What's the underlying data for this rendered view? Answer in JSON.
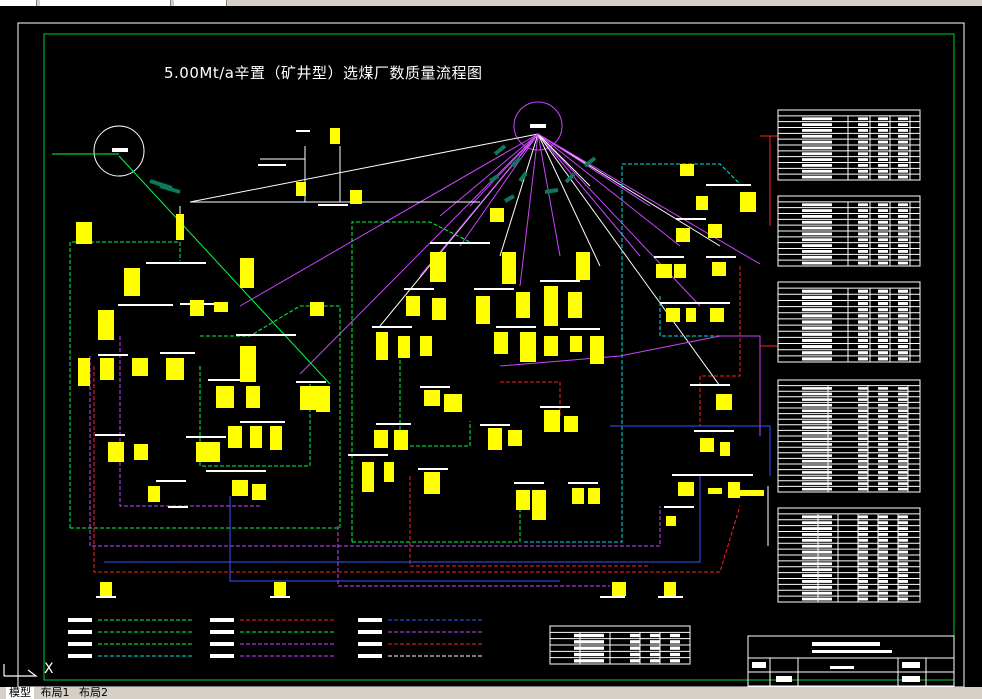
{
  "window": {
    "top_tabs": [
      "",
      "",
      ""
    ]
  },
  "drawing": {
    "title": "5.00Mt/a辛置（矿井型）选煤厂数质量流程图",
    "colors": {
      "frame": "#00cc33",
      "yellow": "#ffff00",
      "green": "#00ff44",
      "cyan": "#00e5e5",
      "purple": "#cc44ff",
      "blue": "#3355ff",
      "red": "#ff2222",
      "white": "#ffffff",
      "teal": "#0a7a5a"
    }
  },
  "ucs": {
    "axis_label": "X"
  },
  "layout_tabs": {
    "items": [
      "模型",
      "布局1",
      "布局2"
    ]
  }
}
